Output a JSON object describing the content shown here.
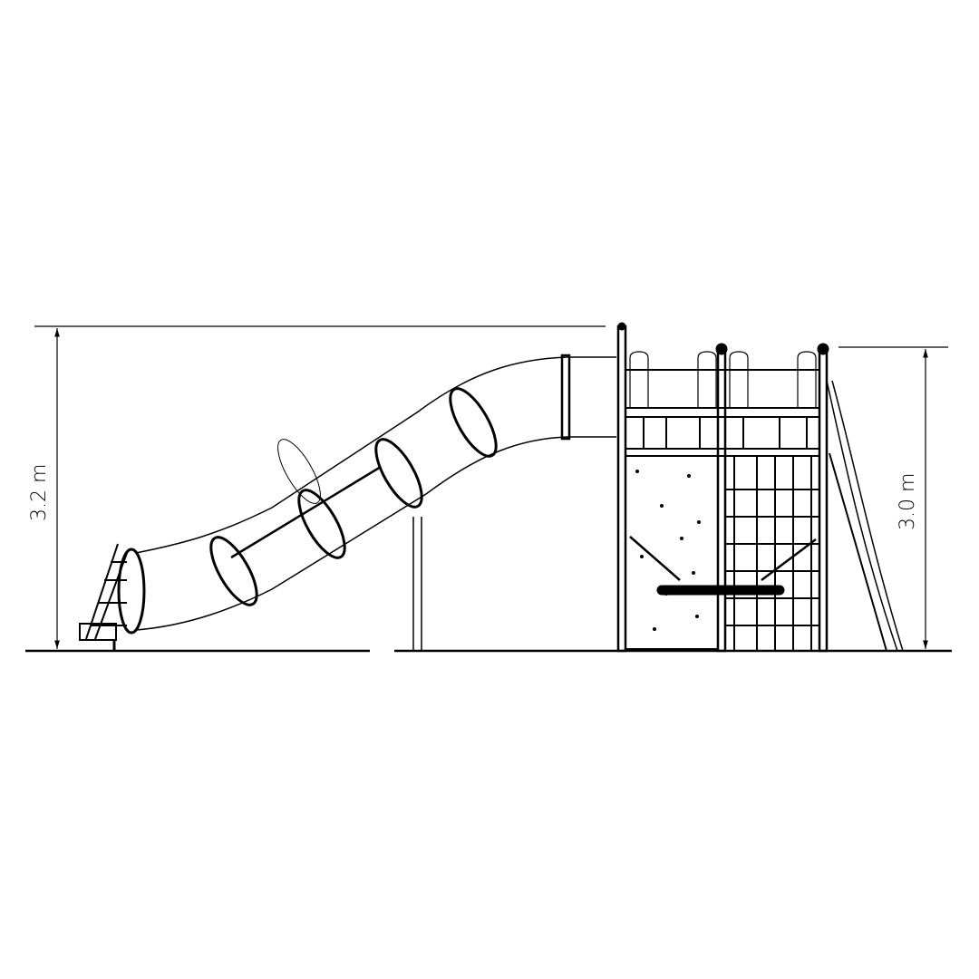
{
  "drawing": {
    "left_dimension": {
      "label": "3.2 m",
      "value_m": 3.2
    },
    "right_dimension": {
      "label": "3.0 m",
      "value_m": 3.0
    },
    "line_color": "#000000",
    "background": "#ffffff"
  }
}
